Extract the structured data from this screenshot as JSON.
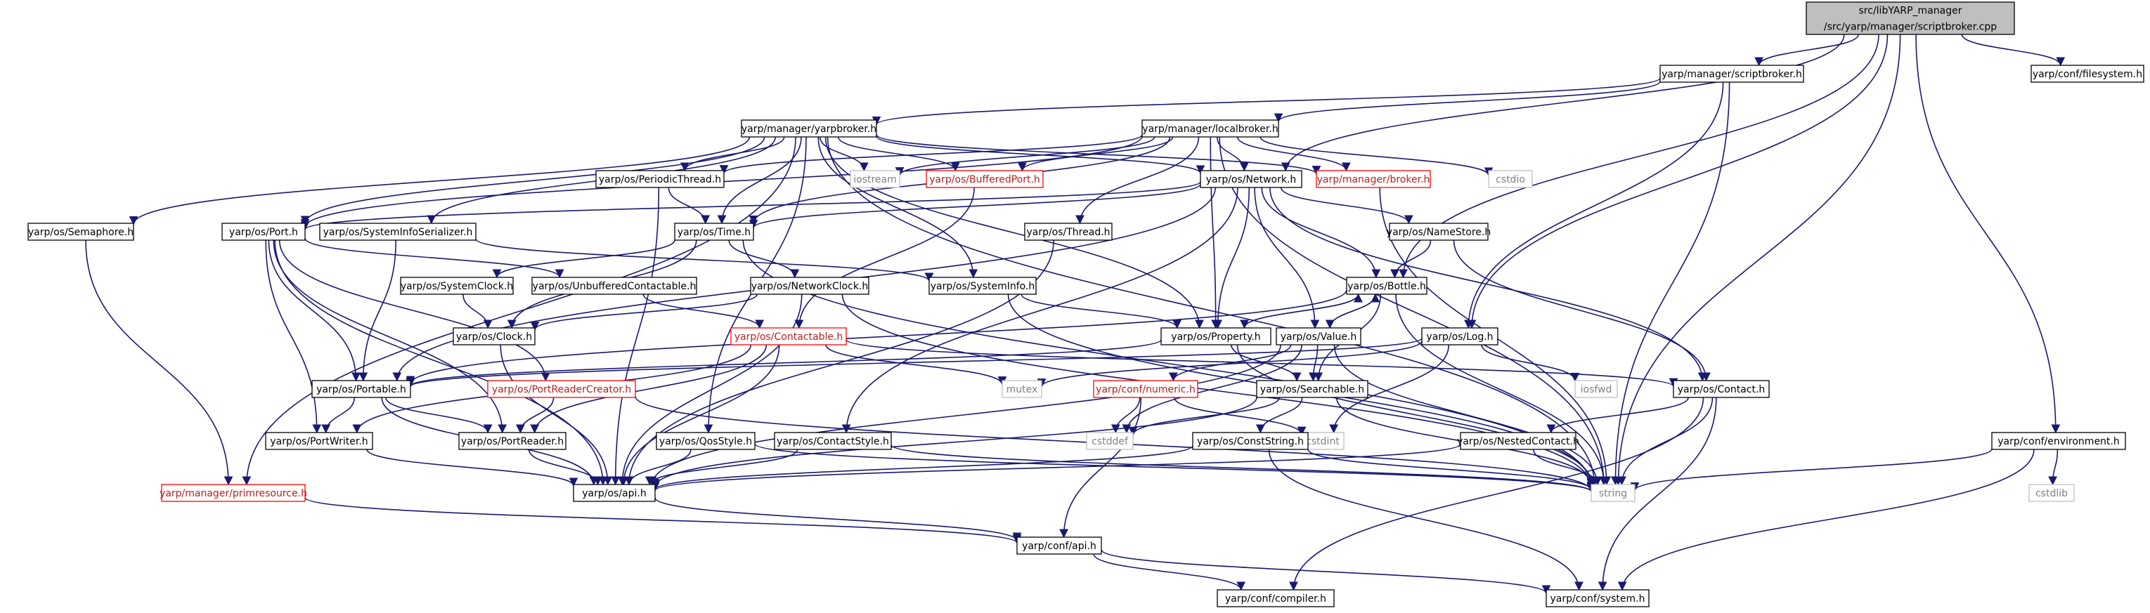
{
  "colors": {
    "edge": "#191970",
    "arrowhead": "#191970",
    "root_fill": "#bfbfbf",
    "root_border": "#000000",
    "node_fill": "#ffffff",
    "node_border": "#000000",
    "missing_border": "#bfbfbf",
    "missing_text": "#808080",
    "red_border": "#ff0000",
    "red_text": "#b22222",
    "text": "#000000"
  },
  "nodes": [
    {
      "id": "root",
      "lines": [
        "src/libYARP_manager",
        "/src/yarp/manager/scriptbroker.cpp"
      ],
      "style": "root"
    },
    {
      "id": "scriptbroker",
      "lines": [
        "yarp/manager/scriptbroker.h"
      ],
      "style": "normal"
    },
    {
      "id": "filesystem",
      "lines": [
        "yarp/conf/filesystem.h"
      ],
      "style": "normal"
    },
    {
      "id": "yarpbroker",
      "lines": [
        "yarp/manager/yarpbroker.h"
      ],
      "style": "normal"
    },
    {
      "id": "localbroker",
      "lines": [
        "yarp/manager/localbroker.h"
      ],
      "style": "normal"
    },
    {
      "id": "periodicthread",
      "lines": [
        "yarp/os/PeriodicThread.h"
      ],
      "style": "normal"
    },
    {
      "id": "iostream",
      "lines": [
        "iostream"
      ],
      "style": "missing"
    },
    {
      "id": "bufferedport",
      "lines": [
        "yarp/os/BufferedPort.h"
      ],
      "style": "red"
    },
    {
      "id": "network",
      "lines": [
        "yarp/os/Network.h"
      ],
      "style": "normal"
    },
    {
      "id": "broker",
      "lines": [
        "yarp/manager/broker.h"
      ],
      "style": "red"
    },
    {
      "id": "cstdio",
      "lines": [
        "cstdio"
      ],
      "style": "missing"
    },
    {
      "id": "semaphore",
      "lines": [
        "yarp/os/Semaphore.h"
      ],
      "style": "normal"
    },
    {
      "id": "port",
      "lines": [
        "yarp/os/Port.h"
      ],
      "style": "normal"
    },
    {
      "id": "sysinfoser",
      "lines": [
        "yarp/os/SystemInfoSerializer.h"
      ],
      "style": "normal"
    },
    {
      "id": "time",
      "lines": [
        "yarp/os/Time.h"
      ],
      "style": "normal"
    },
    {
      "id": "thread",
      "lines": [
        "yarp/os/Thread.h"
      ],
      "style": "normal"
    },
    {
      "id": "namestore",
      "lines": [
        "yarp/os/NameStore.h"
      ],
      "style": "normal"
    },
    {
      "id": "systemclock",
      "lines": [
        "yarp/os/SystemClock.h"
      ],
      "style": "normal"
    },
    {
      "id": "unbuffered",
      "lines": [
        "yarp/os/UnbufferedContactable.h"
      ],
      "style": "normal"
    },
    {
      "id": "networkclock",
      "lines": [
        "yarp/os/NetworkClock.h"
      ],
      "style": "normal"
    },
    {
      "id": "systeminfo",
      "lines": [
        "yarp/os/SystemInfo.h"
      ],
      "style": "normal"
    },
    {
      "id": "bottle",
      "lines": [
        "yarp/os/Bottle.h"
      ],
      "style": "normal"
    },
    {
      "id": "clock",
      "lines": [
        "yarp/os/Clock.h"
      ],
      "style": "normal"
    },
    {
      "id": "contactable",
      "lines": [
        "yarp/os/Contactable.h"
      ],
      "style": "red"
    },
    {
      "id": "property",
      "lines": [
        "yarp/os/Property.h"
      ],
      "style": "normal"
    },
    {
      "id": "value",
      "lines": [
        "yarp/os/Value.h"
      ],
      "style": "normal"
    },
    {
      "id": "log",
      "lines": [
        "yarp/os/Log.h"
      ],
      "style": "normal"
    },
    {
      "id": "portable",
      "lines": [
        "yarp/os/Portable.h"
      ],
      "style": "normal"
    },
    {
      "id": "prcreator",
      "lines": [
        "yarp/os/PortReaderCreator.h"
      ],
      "style": "red"
    },
    {
      "id": "mutex",
      "lines": [
        "mutex"
      ],
      "style": "missing"
    },
    {
      "id": "numeric",
      "lines": [
        "yarp/conf/numeric.h"
      ],
      "style": "red"
    },
    {
      "id": "searchable",
      "lines": [
        "yarp/os/Searchable.h"
      ],
      "style": "normal"
    },
    {
      "id": "iosfwd",
      "lines": [
        "iosfwd"
      ],
      "style": "missing"
    },
    {
      "id": "contact",
      "lines": [
        "yarp/os/Contact.h"
      ],
      "style": "normal"
    },
    {
      "id": "cstddef",
      "lines": [
        "cstddef"
      ],
      "style": "missing"
    },
    {
      "id": "cstdint",
      "lines": [
        "cstdint"
      ],
      "style": "missing"
    },
    {
      "id": "portwriter",
      "lines": [
        "yarp/os/PortWriter.h"
      ],
      "style": "normal"
    },
    {
      "id": "portreader",
      "lines": [
        "yarp/os/PortReader.h"
      ],
      "style": "normal"
    },
    {
      "id": "qosstyle",
      "lines": [
        "yarp/os/QosStyle.h"
      ],
      "style": "normal"
    },
    {
      "id": "contactstyle",
      "lines": [
        "yarp/os/ContactStyle.h"
      ],
      "style": "normal"
    },
    {
      "id": "conststring",
      "lines": [
        "yarp/os/ConstString.h"
      ],
      "style": "normal"
    },
    {
      "id": "nestedcontact",
      "lines": [
        "yarp/os/NestedContact.h"
      ],
      "style": "normal"
    },
    {
      "id": "environment",
      "lines": [
        "yarp/conf/environment.h"
      ],
      "style": "normal"
    },
    {
      "id": "primresource",
      "lines": [
        "yarp/manager/primresource.h"
      ],
      "style": "red"
    },
    {
      "id": "osapi",
      "lines": [
        "yarp/os/api.h"
      ],
      "style": "normal"
    },
    {
      "id": "string",
      "lines": [
        "string"
      ],
      "style": "missing"
    },
    {
      "id": "cstdlib",
      "lines": [
        "cstdlib"
      ],
      "style": "missing"
    },
    {
      "id": "confapi",
      "lines": [
        "yarp/conf/api.h"
      ],
      "style": "normal"
    },
    {
      "id": "compiler",
      "lines": [
        "yarp/conf/compiler.h"
      ],
      "style": "normal"
    },
    {
      "id": "system",
      "lines": [
        "yarp/conf/system.h"
      ],
      "style": "normal"
    }
  ],
  "edges": [
    [
      "root",
      "scriptbroker"
    ],
    [
      "root",
      "filesystem"
    ],
    [
      "root",
      "network"
    ],
    [
      "root",
      "bottle"
    ],
    [
      "root",
      "log"
    ],
    [
      "root",
      "string"
    ],
    [
      "root",
      "environment"
    ],
    [
      "scriptbroker",
      "yarpbroker"
    ],
    [
      "scriptbroker",
      "localbroker"
    ],
    [
      "scriptbroker",
      "string"
    ],
    [
      "scriptbroker",
      "log"
    ],
    [
      "yarpbroker",
      "semaphore"
    ],
    [
      "yarpbroker",
      "port"
    ],
    [
      "yarpbroker",
      "sysinfoser"
    ],
    [
      "yarpbroker",
      "periodicthread"
    ],
    [
      "yarpbroker",
      "iostream"
    ],
    [
      "yarpbroker",
      "bufferedport"
    ],
    [
      "yarpbroker",
      "network"
    ],
    [
      "yarpbroker",
      "broker"
    ],
    [
      "yarpbroker",
      "time"
    ],
    [
      "yarpbroker",
      "systeminfo"
    ],
    [
      "yarpbroker",
      "property"
    ],
    [
      "yarpbroker",
      "primresource"
    ],
    [
      "yarpbroker",
      "string"
    ],
    [
      "yarpbroker",
      "qosstyle"
    ],
    [
      "localbroker",
      "periodicthread"
    ],
    [
      "localbroker",
      "iostream"
    ],
    [
      "localbroker",
      "bufferedport"
    ],
    [
      "localbroker",
      "network"
    ],
    [
      "localbroker",
      "broker"
    ],
    [
      "localbroker",
      "cstdio"
    ],
    [
      "localbroker",
      "thread"
    ],
    [
      "localbroker",
      "time"
    ],
    [
      "localbroker",
      "port"
    ],
    [
      "localbroker",
      "property"
    ],
    [
      "localbroker",
      "string"
    ],
    [
      "periodicthread",
      "time"
    ],
    [
      "periodicthread",
      "osapi"
    ],
    [
      "bufferedport",
      "contactable"
    ],
    [
      "network",
      "port"
    ],
    [
      "network",
      "time"
    ],
    [
      "network",
      "namestore"
    ],
    [
      "network",
      "bottle"
    ],
    [
      "network",
      "property"
    ],
    [
      "network",
      "value"
    ],
    [
      "network",
      "contact"
    ],
    [
      "network",
      "contactstyle"
    ],
    [
      "network",
      "portable"
    ],
    [
      "broker",
      "string"
    ],
    [
      "semaphore",
      "primresource"
    ],
    [
      "port",
      "unbuffered"
    ],
    [
      "port",
      "portable"
    ],
    [
      "port",
      "portwriter"
    ],
    [
      "port",
      "portreader"
    ],
    [
      "port",
      "prcreator"
    ],
    [
      "port",
      "osapi"
    ],
    [
      "sysinfoser",
      "systeminfo"
    ],
    [
      "sysinfoser",
      "portable"
    ],
    [
      "time",
      "systemclock"
    ],
    [
      "time",
      "networkclock"
    ],
    [
      "time",
      "clock"
    ],
    [
      "time",
      "string"
    ],
    [
      "thread",
      "osapi"
    ],
    [
      "namestore",
      "bottle"
    ],
    [
      "namestore",
      "contact"
    ],
    [
      "systemclock",
      "clock"
    ],
    [
      "unbuffered",
      "contactable"
    ],
    [
      "networkclock",
      "clock"
    ],
    [
      "networkclock",
      "string"
    ],
    [
      "networkclock",
      "osapi"
    ],
    [
      "systeminfo",
      "property"
    ],
    [
      "systeminfo",
      "string"
    ],
    [
      "bottle",
      "value"
    ],
    [
      "bottle",
      "searchable"
    ],
    [
      "bottle",
      "property"
    ],
    [
      "bottle",
      "portable"
    ],
    [
      "bottle",
      "string"
    ],
    [
      "clock",
      "osapi"
    ],
    [
      "contactable",
      "portwriter"
    ],
    [
      "contactable",
      "portreader"
    ],
    [
      "contactable",
      "mutex"
    ],
    [
      "contactable",
      "contact"
    ],
    [
      "contactable",
      "osapi"
    ],
    [
      "property",
      "bottle"
    ],
    [
      "property",
      "searchable"
    ],
    [
      "property",
      "portable"
    ],
    [
      "property",
      "string"
    ],
    [
      "value",
      "bottle"
    ],
    [
      "value",
      "searchable"
    ],
    [
      "value",
      "numeric"
    ],
    [
      "value",
      "cstddef"
    ],
    [
      "value",
      "osapi"
    ],
    [
      "value",
      "string"
    ],
    [
      "log",
      "portable"
    ],
    [
      "log",
      "iosfwd"
    ],
    [
      "log",
      "cstdint"
    ],
    [
      "log",
      "mutex"
    ],
    [
      "portable",
      "portwriter"
    ],
    [
      "portable",
      "portreader"
    ],
    [
      "portable",
      "osapi"
    ],
    [
      "prcreator",
      "portreader"
    ],
    [
      "prcreator",
      "string"
    ],
    [
      "numeric",
      "cstddef"
    ],
    [
      "numeric",
      "cstdint"
    ],
    [
      "numeric",
      "confapi"
    ],
    [
      "searchable",
      "conststring"
    ],
    [
      "searchable",
      "osapi"
    ],
    [
      "searchable",
      "string"
    ],
    [
      "searchable",
      "cstddef"
    ],
    [
      "contact",
      "nestedcontact"
    ],
    [
      "contact",
      "string"
    ],
    [
      "contact",
      "system"
    ],
    [
      "contact",
      "compiler"
    ],
    [
      "portwriter",
      "osapi"
    ],
    [
      "portreader",
      "osapi"
    ],
    [
      "qosstyle",
      "osapi"
    ],
    [
      "qosstyle",
      "string"
    ],
    [
      "contactstyle",
      "osapi"
    ],
    [
      "contactstyle",
      "string"
    ],
    [
      "conststring",
      "osapi"
    ],
    [
      "conststring",
      "string"
    ],
    [
      "conststring",
      "system"
    ],
    [
      "nestedcontact",
      "osapi"
    ],
    [
      "nestedcontact",
      "string"
    ],
    [
      "environment",
      "string"
    ],
    [
      "environment",
      "cstdlib"
    ],
    [
      "environment",
      "system"
    ],
    [
      "primresource",
      "confapi"
    ],
    [
      "osapi",
      "confapi"
    ],
    [
      "confapi",
      "compiler"
    ],
    [
      "confapi",
      "system"
    ]
  ]
}
